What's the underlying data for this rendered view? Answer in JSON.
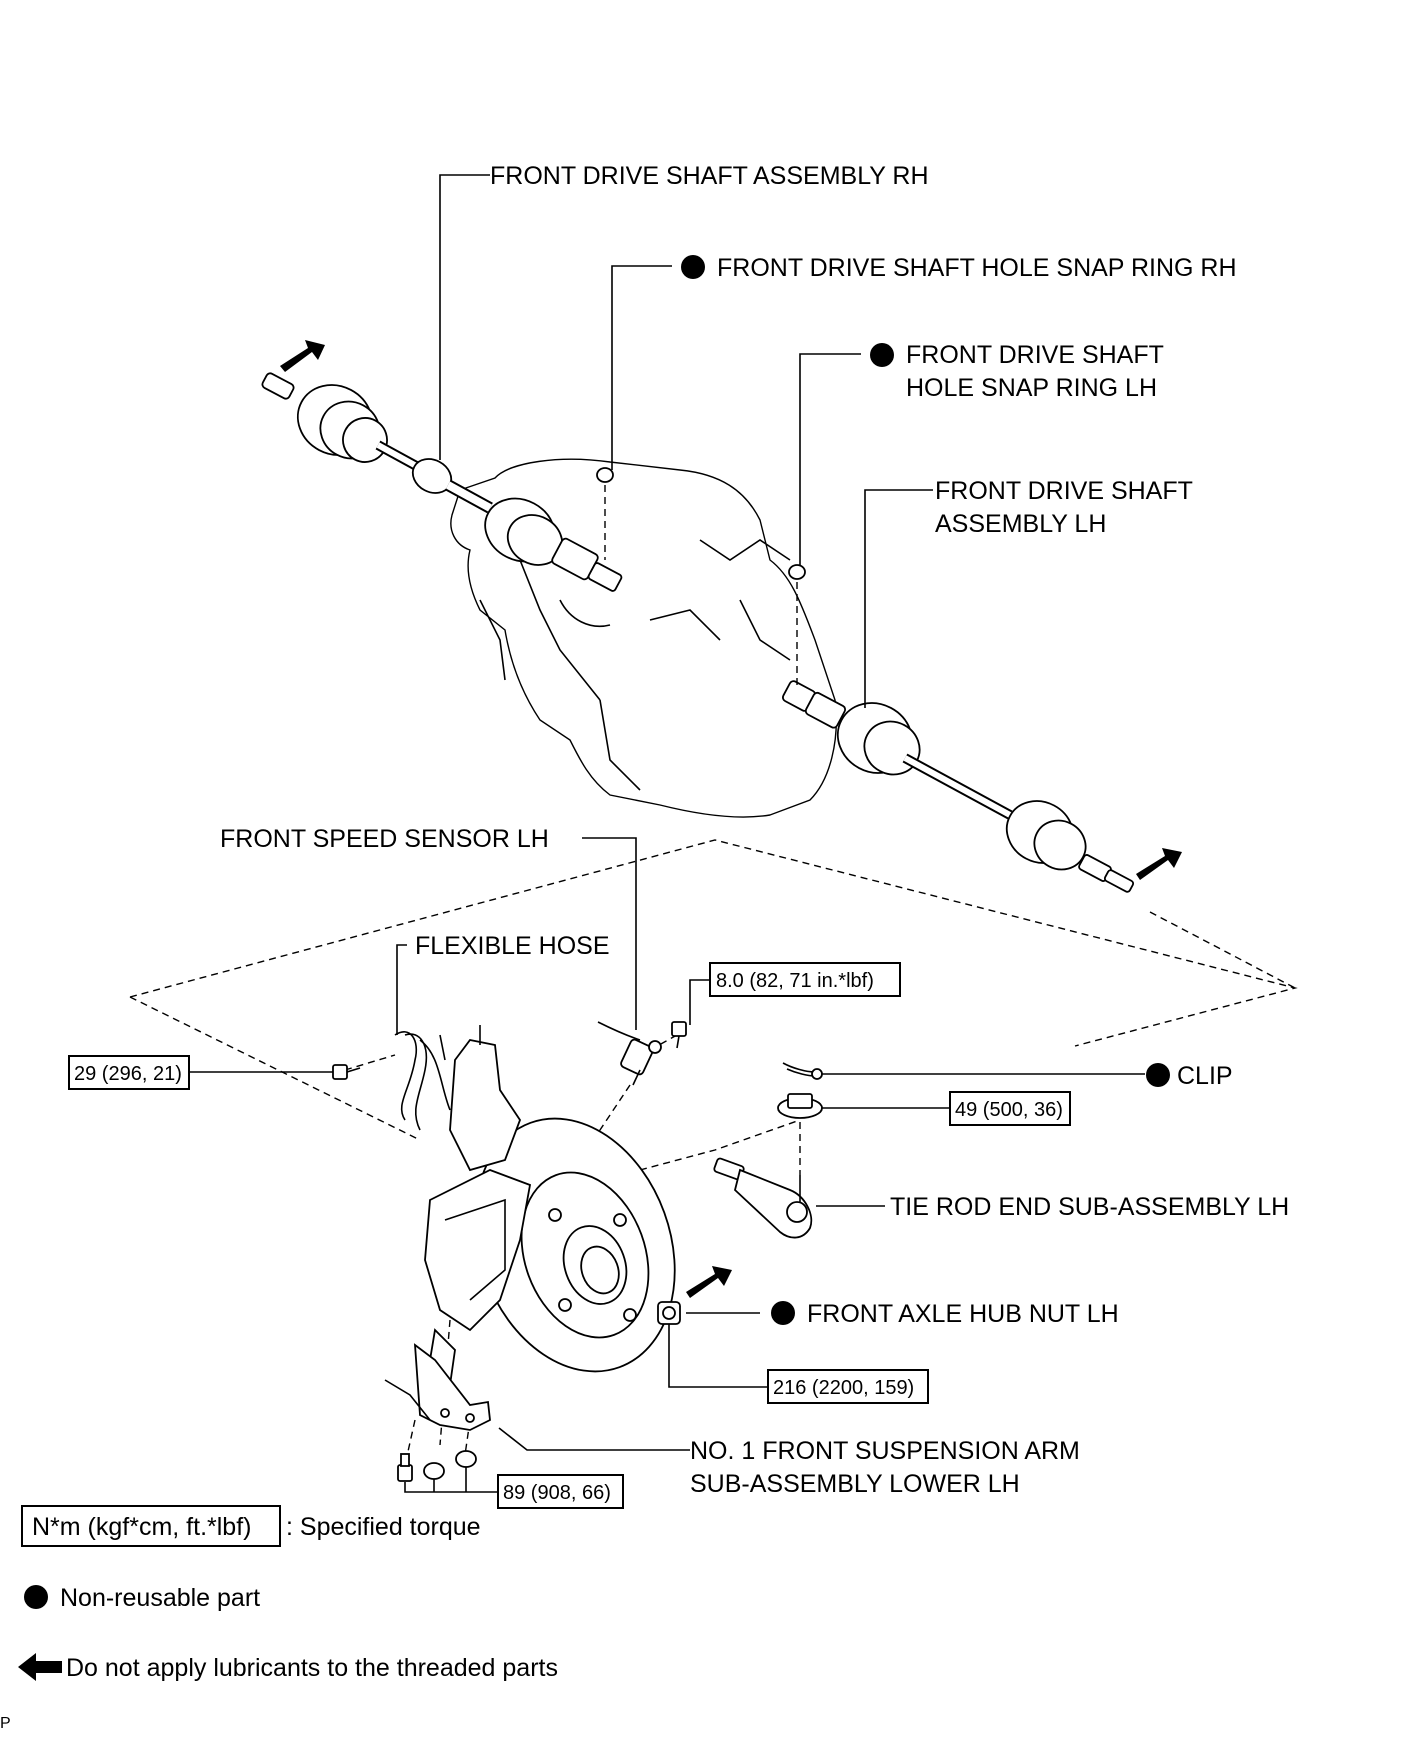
{
  "labels": {
    "shaft_rh": "FRONT DRIVE SHAFT ASSEMBLY RH",
    "snap_rh": "FRONT DRIVE SHAFT HOLE SNAP RING RH",
    "snap_lh_1": "FRONT DRIVE SHAFT",
    "snap_lh_2": "HOLE SNAP RING LH",
    "shaft_lh_1": "FRONT DRIVE SHAFT",
    "shaft_lh_2": "ASSEMBLY LH",
    "speed_sensor": "FRONT SPEED SENSOR LH",
    "flex_hose": "FLEXIBLE HOSE",
    "clip": "CLIP",
    "tie_rod": "TIE ROD END SUB-ASSEMBLY LH",
    "hub_nut": "FRONT AXLE HUB NUT LH",
    "arm_1": "NO. 1 FRONT SUSPENSION ARM",
    "arm_2": "SUB-ASSEMBLY LOWER LH"
  },
  "torques": {
    "sensor_bolt": "8.0 (82, 71 in.*lbf)",
    "hose_bolt": "29 (296, 21)",
    "tie_rod_nut": "49 (500, 36)",
    "hub_nut": "216 (2200, 159)",
    "arm_bolts": "89 (908, 66)"
  },
  "legend": {
    "torque_unit": "N*m (kgf*cm, ft.*lbf)",
    "torque_desc": ": Specified torque",
    "nonreusable": "Non-reusable part",
    "nolube": "Do not apply lubricants to the threaded parts"
  },
  "footer": {
    "code": "P"
  },
  "icons": {
    "nonreusable": "filled-circle-icon",
    "nolube": "left-arrow-icon"
  }
}
